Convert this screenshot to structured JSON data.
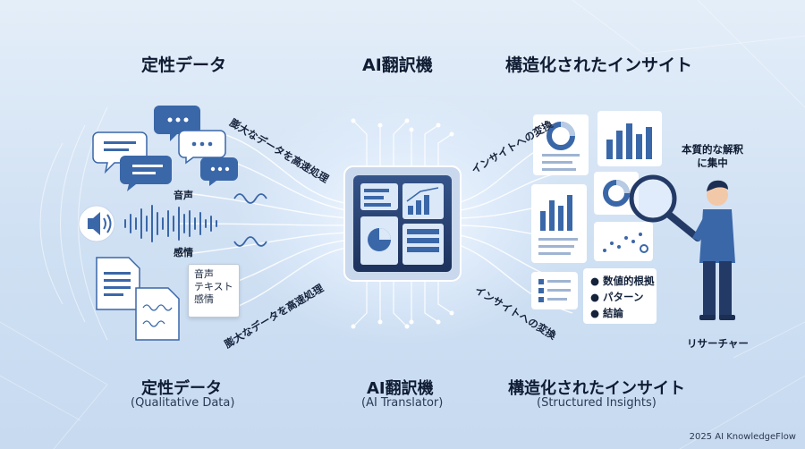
{
  "headers_top": {
    "left": "定性データ",
    "center": "AI翻訳機",
    "right": "構造化されたインサイト"
  },
  "headers_bottom": {
    "left": "定性データ",
    "left_en": "(Qualitative Data)",
    "center": "AI翻訳機",
    "center_en": "(AI Translator)",
    "right": "構造化されたインサイト",
    "right_en": "(Structured Insights)"
  },
  "flow_labels": {
    "left_upper": "膨大なデータを高速処理",
    "left_lower": "膨大なデータを高速処理",
    "right_upper": "インサイトへの変換",
    "right_lower": "インサイトへの変換"
  },
  "input_labels": {
    "voice": "音声",
    "emotion": "感情"
  },
  "note_lines": [
    "音声",
    "テキスト",
    "感情"
  ],
  "insight_bullets": [
    "数値的根拠",
    "パターン",
    "結論"
  ],
  "researcher": {
    "caption": "本質的な解釈に集中",
    "caption_line1": "本質的な解釈",
    "caption_line2": "に集中",
    "label": "リサーチャー"
  },
  "footer": {
    "copyright": "2025 AI KnowledgeFlow"
  },
  "colors": {
    "background": "#d8e6f5",
    "accent_blue": "#3a67a8",
    "chip_dark": "#233a66",
    "glow": "#ffffff"
  }
}
